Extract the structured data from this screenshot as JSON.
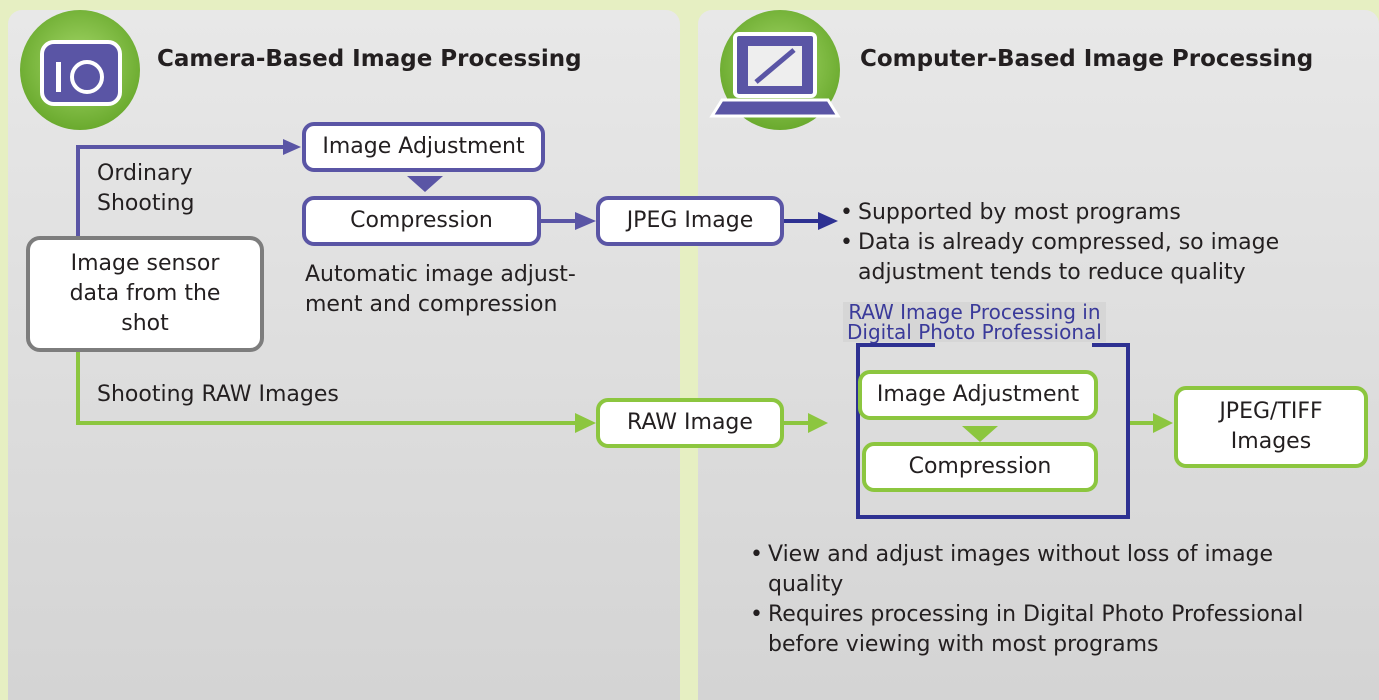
{
  "left_panel": {
    "title": "Camera-Based Image Processing",
    "icon": "camera-icon"
  },
  "right_panel": {
    "title": "Computer-Based Image Processing",
    "icon": "laptop-icon"
  },
  "camera_flow": {
    "ordinary_label": "Ordinary\nShooting",
    "raw_label": "Shooting RAW Images",
    "sensor": "Image sensor\ndata from the\nshot",
    "adjust": "Image Adjustment",
    "compress": "Compression",
    "auto_note": "Automatic image adjust-\nment and compression",
    "jpeg": "JPEG Image",
    "raw": "RAW Image"
  },
  "jpeg_notes": [
    "Supported by most programs",
    "Data is already compressed, so image adjustment tends to reduce quality"
  ],
  "dpp": {
    "group_label": "RAW Image Processing in\nDigital Photo Professional",
    "adjust": "Image Adjustment",
    "compress": "Compression",
    "output": "JPEG/TIFF\nImages"
  },
  "raw_notes": [
    "View and adjust images without loss of image quality",
    "Requires processing in Digital Photo Professional before viewing with most programs"
  ],
  "colors": {
    "purple": "#5a55a5",
    "green": "#8cc63f",
    "navy": "#2e3192",
    "background": "#e6efc2"
  }
}
